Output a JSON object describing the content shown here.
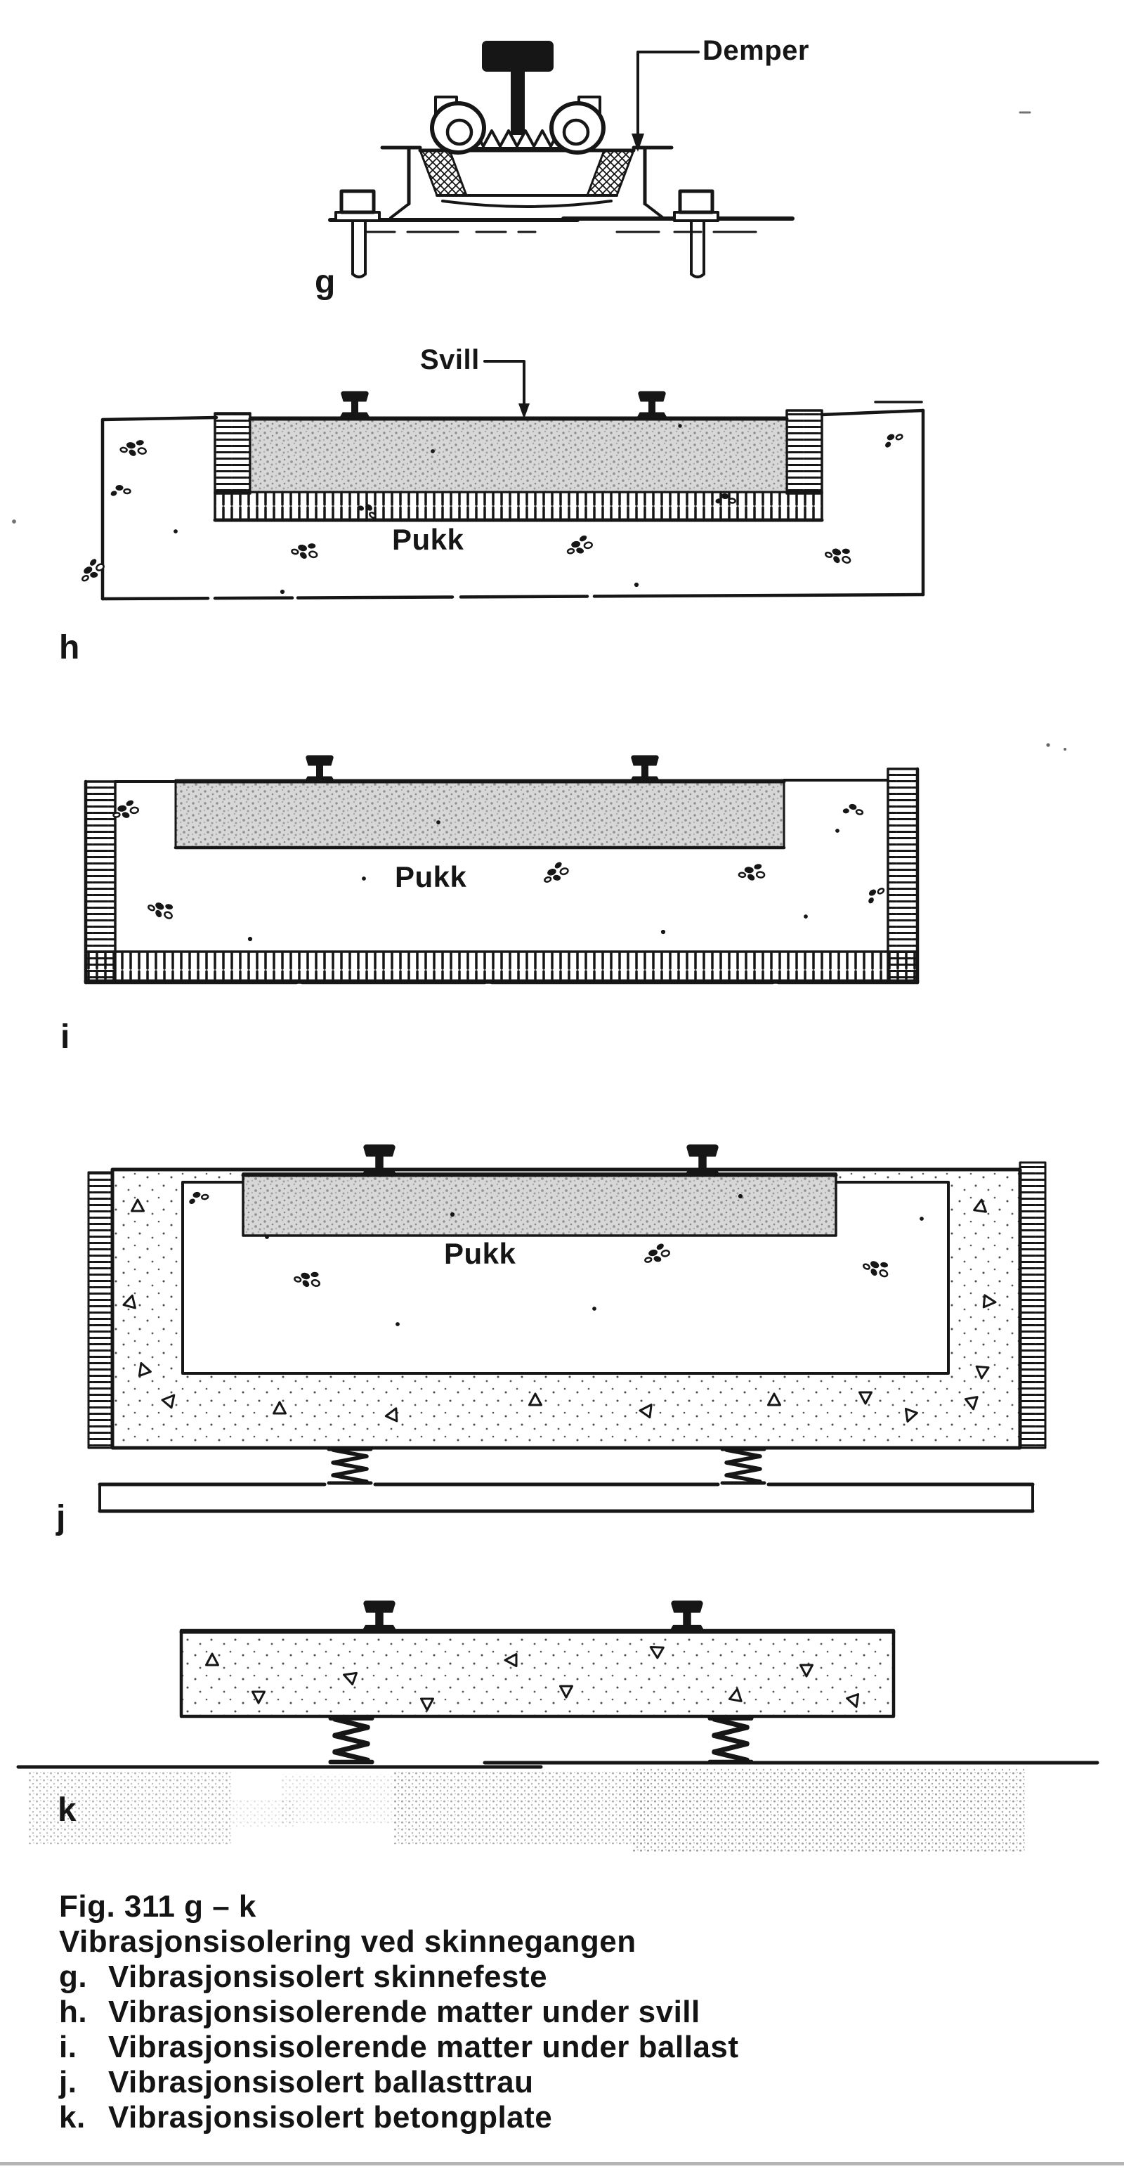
{
  "labels": {
    "demper": "Demper",
    "svill": "Svill",
    "pukk": "Pukk"
  },
  "diagram_letters": {
    "g": "g",
    "h": "h",
    "i": "i",
    "j": "j",
    "k": "k"
  },
  "caption": {
    "figure_number": "Fig. 311 g – k",
    "title": "Vibrasjonsisolering ved skinnegangen",
    "items": [
      {
        "key": "g.",
        "text": "Vibrasjonsisolert skinnefeste"
      },
      {
        "key": "h.",
        "text": "Vibrasjonsisolerende matter under svill"
      },
      {
        "key": "i.",
        "text": "Vibrasjonsisolerende matter under ballast"
      },
      {
        "key": "j.",
        "text": "Vibrasjonsisolert ballasttrau"
      },
      {
        "key": "k.",
        "text": "Vibrasjonsisolert betongplate"
      }
    ]
  },
  "ink_color": "#161616"
}
